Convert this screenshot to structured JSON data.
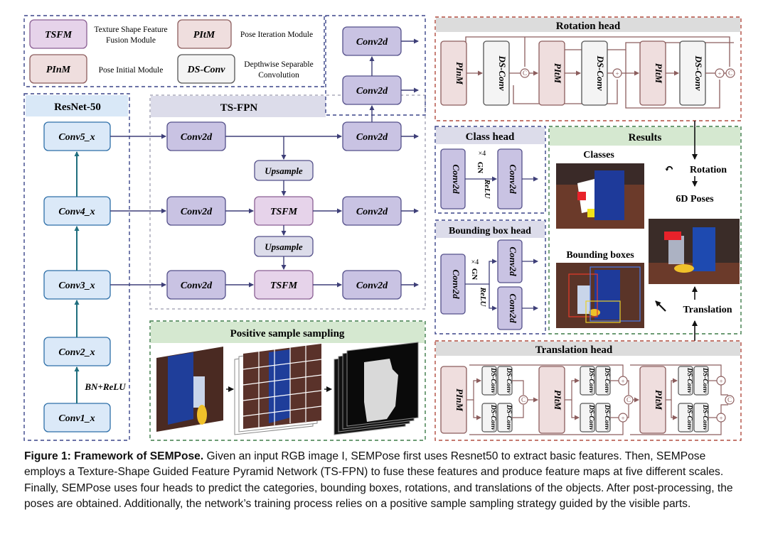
{
  "legend": {
    "items": [
      {
        "abbr": "TSFM",
        "desc_lines": [
          "Texture Shape Feature",
          "Fusion Module"
        ]
      },
      {
        "abbr": "PItM",
        "desc_lines": [
          "Pose Iteration Module"
        ]
      },
      {
        "abbr": "PInM",
        "desc_lines": [
          "Pose Initial Module"
        ]
      },
      {
        "abbr": "DS-Conv",
        "desc_lines": [
          "Depthwise Separable",
          "Convolution"
        ]
      }
    ]
  },
  "resnet": {
    "title": "ResNet-50",
    "blocks": [
      "Conv5_x",
      "Conv4_x",
      "Conv3_x",
      "Conv2_x",
      "Conv1_x"
    ],
    "edge_label": "BN+ReLU"
  },
  "tsfpn": {
    "title": "TS-FPN",
    "lateral": "Conv2d",
    "upsample": "Upsample",
    "tsfm": "TSFM",
    "output": "Conv2d",
    "top_stack": "Conv2d"
  },
  "positive_sampling": {
    "title": "Positive sample sampling"
  },
  "rotation_head": {
    "title": "Rotation head",
    "pinm": "PInM",
    "ds": "DS-Conv",
    "pitm": "PItM",
    "concat": "C",
    "add": "+"
  },
  "class_head": {
    "title": "Class head",
    "conv": "Conv2d",
    "gn": "GN",
    "relu": "ReLU",
    "repeat": "×4"
  },
  "bbox_head": {
    "title": "Bounding box head",
    "conv": "Conv2d",
    "gn": "GN",
    "relu": "ReLU",
    "repeat": "×4"
  },
  "results": {
    "title": "Results",
    "classes": "Classes",
    "bboxes": "Bounding boxes",
    "rotation": "Rotation",
    "poses": "6D Poses",
    "translation": "Translation"
  },
  "translation_head": {
    "title": "Translation head",
    "pinm": "PInM",
    "pitm": "PItM",
    "ds": "DS-Conv",
    "ds_a": "DS-",
    "ds_b": "Conv"
  },
  "caption": {
    "label": "Figure 1: Framework of SEMPose.",
    "text": " Given an input RGB image I, SEMPose first uses Resnet50 to extract basic features. Then, SEMPose employs a Texture-Shape Guided Feature Pyramid Network (TS-FPN) to fuse these features and produce feature maps at five different scales. Finally, SEMPose uses four heads to predict the categories, bounding boxes, rotations, and translations of the objects. After post-processing, the poses are obtained. Additionally, the network’s training process relies on a positive sample sampling strategy guided by the visible parts."
  },
  "colors": {
    "blue_fill": "#dbe9f8",
    "blue_stroke": "#2e6fa8",
    "conv_fill": "#c9c3e3",
    "conv_stroke": "#54508a",
    "tsfm_fill": "#e6d3ea",
    "tsfm_stroke": "#8a5f93",
    "head_fill": "#efdede",
    "head_stroke": "#8c5d5d",
    "red_dash": "#b04b3f",
    "navy_dash": "#3a4489",
    "green_dash": "#3c7a47",
    "green_band": "#d5e8d0",
    "purple_band": "#dcdcea",
    "blue_band": "#d9e8f7",
    "arrow": "#3e3f78"
  }
}
